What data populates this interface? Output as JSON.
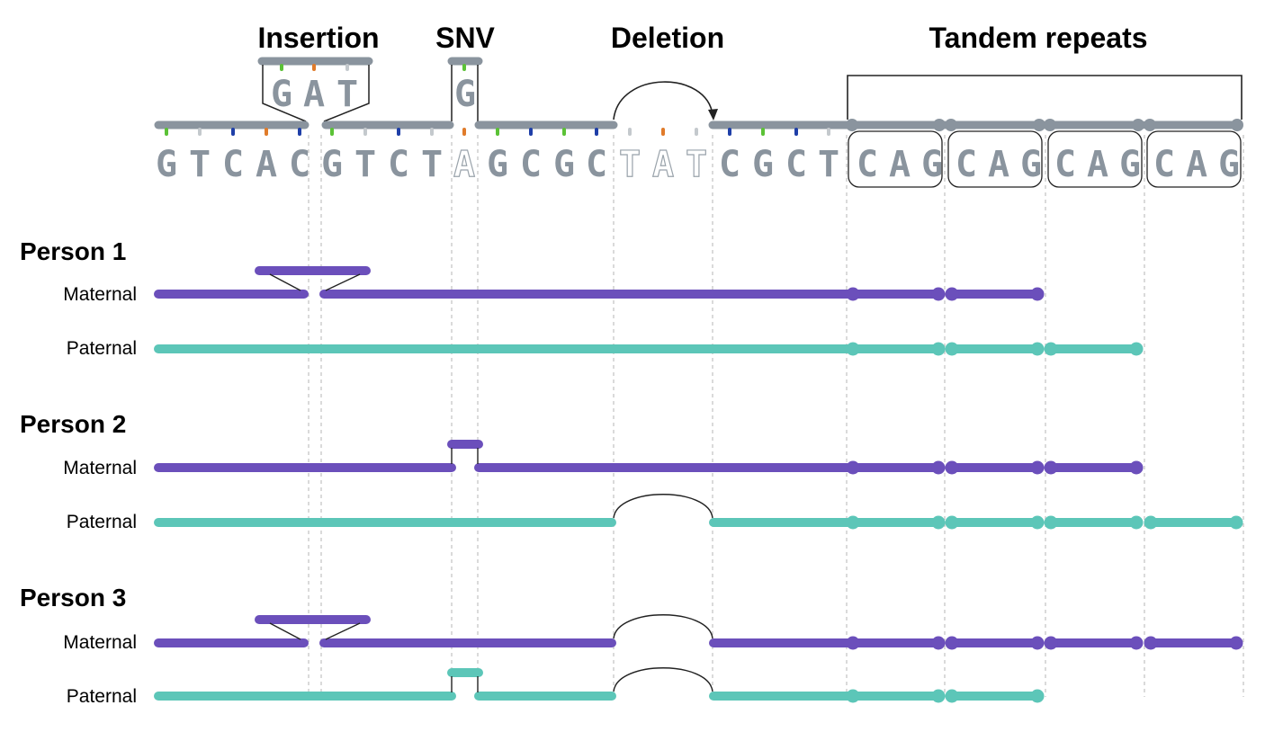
{
  "headers": {
    "insertion": "Insertion",
    "snv": "SNV",
    "deletion": "Deletion",
    "tandem": "Tandem repeats"
  },
  "reference": {
    "bases": [
      "G",
      "T",
      "C",
      "A",
      "C",
      "G",
      "T",
      "C",
      "T",
      "A",
      "G",
      "C",
      "G",
      "C",
      "T",
      "A",
      "T",
      "C",
      "G",
      "C",
      "T",
      "C",
      "A",
      "G",
      "C",
      "A",
      "G",
      "C",
      "A",
      "G",
      "C",
      "A",
      "G"
    ],
    "insertion_bases": [
      "G",
      "A",
      "T"
    ],
    "snv_base": "G"
  },
  "people": [
    {
      "label": "Person 1",
      "maternal": "Maternal",
      "paternal": "Paternal"
    },
    {
      "label": "Person 2",
      "maternal": "Maternal",
      "paternal": "Paternal"
    },
    {
      "label": "Person 3",
      "maternal": "Maternal",
      "paternal": "Paternal"
    }
  ],
  "colors": {
    "maternal": "#6b4fbb",
    "paternal": "#5cc6b8",
    "reference": "#8a949e",
    "tick_green": "#5bc236",
    "tick_orange": "#e07b2a",
    "tick_blue": "#1f3fa8",
    "tick_grey": "#c4c9cd"
  },
  "haplotypes": {
    "p1_maternal": {
      "insertion": true,
      "snv": false,
      "deletion": false,
      "repeat_count": 2
    },
    "p1_paternal": {
      "insertion": false,
      "snv": false,
      "deletion": false,
      "repeat_count": 3
    },
    "p2_maternal": {
      "insertion": false,
      "snv": true,
      "deletion": false,
      "repeat_count": 3
    },
    "p2_paternal": {
      "insertion": false,
      "snv": false,
      "deletion": true,
      "repeat_count": 4
    },
    "p3_maternal": {
      "insertion": true,
      "snv": false,
      "deletion": true,
      "repeat_count": 4
    },
    "p3_paternal": {
      "insertion": false,
      "snv": true,
      "deletion": true,
      "repeat_count": 2
    }
  }
}
